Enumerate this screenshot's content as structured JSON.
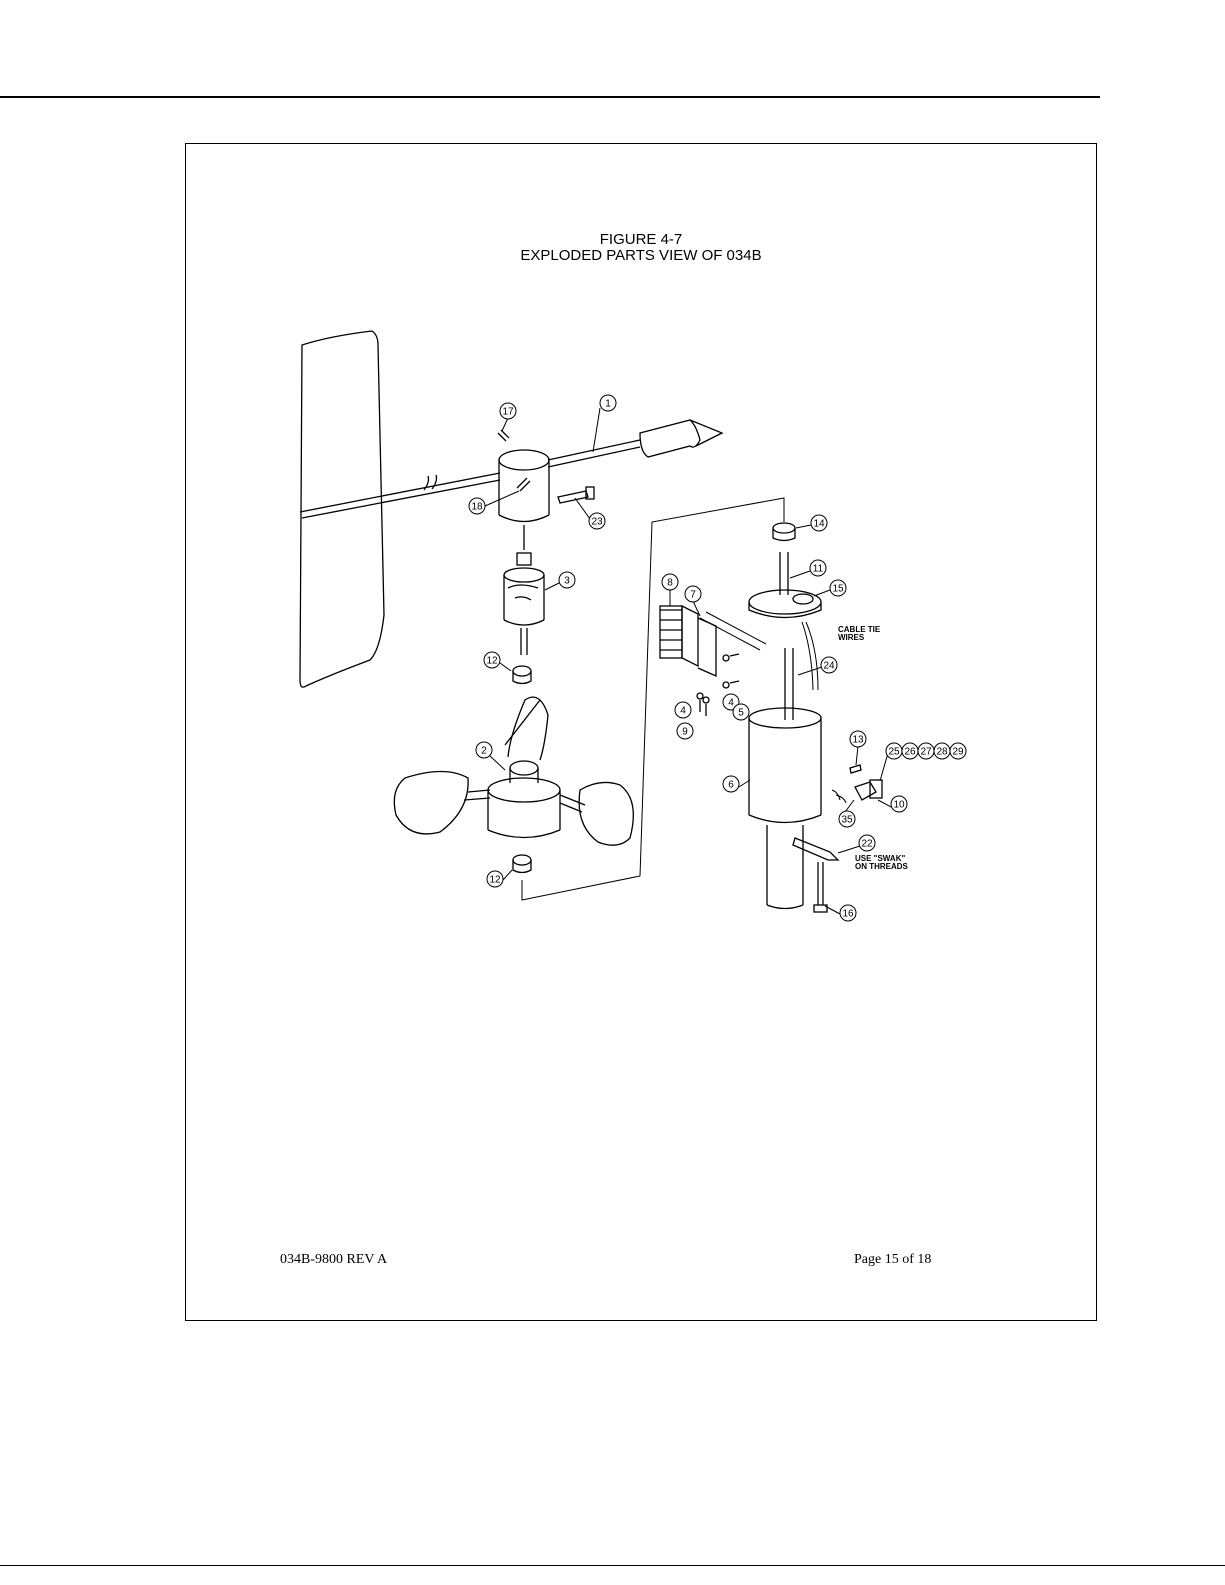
{
  "figure": {
    "number": "FIGURE 4-7",
    "caption": "EXPLODED PARTS VIEW OF 034B"
  },
  "callouts": [
    "1",
    "2",
    "3",
    "4",
    "4",
    "5",
    "6",
    "7",
    "8",
    "9",
    "10",
    "11",
    "12",
    "12",
    "13",
    "14",
    "15",
    "16",
    "17",
    "18",
    "22",
    "23",
    "24",
    "25",
    "26",
    "27",
    "28",
    "29",
    "35"
  ],
  "annotations": {
    "cable_tie": "CABLE TIE",
    "wires": "WIRES",
    "use_swak_1": "USE \"SWAK\"",
    "use_swak_2": "ON THREADS"
  },
  "footer": {
    "doc_id": "034B-9800  REV A",
    "page": "Page 15 of 18"
  }
}
